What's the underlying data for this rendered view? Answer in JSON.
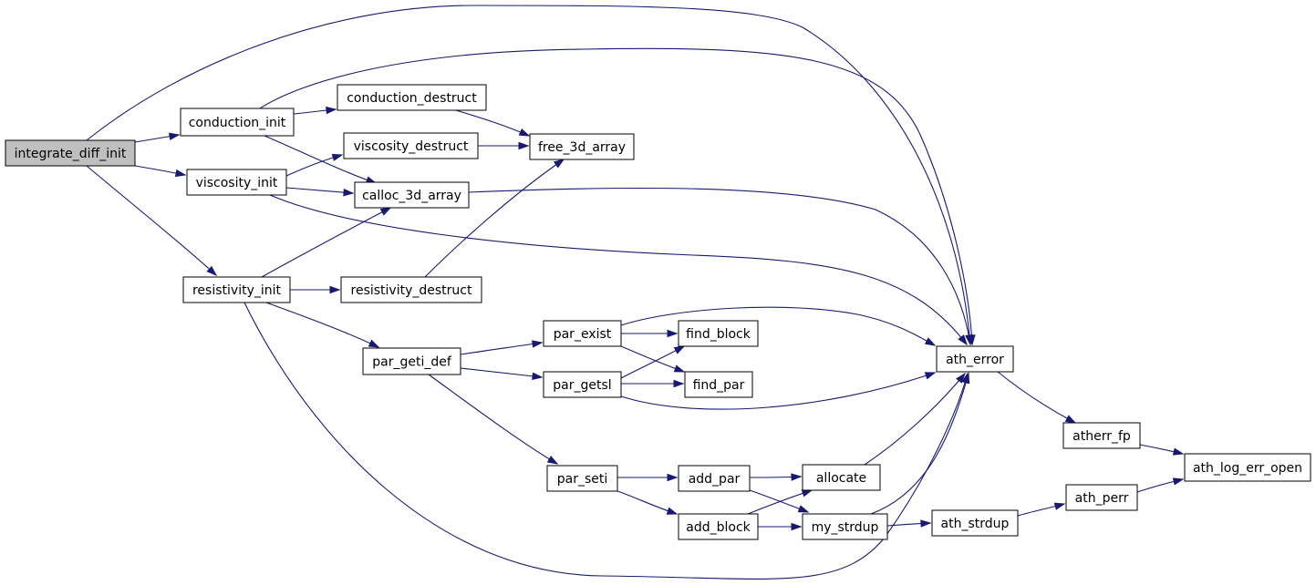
{
  "diagram": {
    "colors": {
      "edge": "#191970",
      "node_fill": "#ffffff",
      "focus_fill": "#bfbfbf",
      "node_border": "#000000"
    },
    "nodes": [
      {
        "id": "integrate_diff_init",
        "label": "integrate_diff_init",
        "focus": true
      },
      {
        "id": "conduction_init",
        "label": "conduction_init"
      },
      {
        "id": "viscosity_init",
        "label": "viscosity_init"
      },
      {
        "id": "resistivity_init",
        "label": "resistivity_init"
      },
      {
        "id": "conduction_destruct",
        "label": "conduction_destruct"
      },
      {
        "id": "viscosity_destruct",
        "label": "viscosity_destruct"
      },
      {
        "id": "calloc_3d_array",
        "label": "calloc_3d_array"
      },
      {
        "id": "resistivity_destruct",
        "label": "resistivity_destruct"
      },
      {
        "id": "free_3d_array",
        "label": "free_3d_array"
      },
      {
        "id": "par_geti_def",
        "label": "par_geti_def"
      },
      {
        "id": "par_exist",
        "label": "par_exist"
      },
      {
        "id": "par_getsl",
        "label": "par_getsl"
      },
      {
        "id": "par_seti",
        "label": "par_seti"
      },
      {
        "id": "find_block",
        "label": "find_block"
      },
      {
        "id": "find_par",
        "label": "find_par"
      },
      {
        "id": "add_par",
        "label": "add_par"
      },
      {
        "id": "add_block",
        "label": "add_block"
      },
      {
        "id": "allocate",
        "label": "allocate"
      },
      {
        "id": "my_strdup",
        "label": "my_strdup"
      },
      {
        "id": "ath_error",
        "label": "ath_error"
      },
      {
        "id": "ath_strdup",
        "label": "ath_strdup"
      },
      {
        "id": "atherr_fp",
        "label": "atherr_fp"
      },
      {
        "id": "ath_perr",
        "label": "ath_perr"
      },
      {
        "id": "ath_log_err_open",
        "label": "ath_log_err_open"
      }
    ],
    "edges": [
      {
        "from": "integrate_diff_init",
        "to": "conduction_init"
      },
      {
        "from": "integrate_diff_init",
        "to": "viscosity_init"
      },
      {
        "from": "integrate_diff_init",
        "to": "resistivity_init"
      },
      {
        "from": "integrate_diff_init",
        "to": "ath_error"
      },
      {
        "from": "conduction_init",
        "to": "conduction_destruct"
      },
      {
        "from": "conduction_init",
        "to": "calloc_3d_array"
      },
      {
        "from": "conduction_init",
        "to": "ath_error"
      },
      {
        "from": "viscosity_init",
        "to": "viscosity_destruct"
      },
      {
        "from": "viscosity_init",
        "to": "calloc_3d_array"
      },
      {
        "from": "viscosity_init",
        "to": "ath_error"
      },
      {
        "from": "resistivity_init",
        "to": "calloc_3d_array"
      },
      {
        "from": "resistivity_init",
        "to": "resistivity_destruct"
      },
      {
        "from": "resistivity_init",
        "to": "par_geti_def"
      },
      {
        "from": "resistivity_init",
        "to": "ath_error"
      },
      {
        "from": "conduction_destruct",
        "to": "free_3d_array"
      },
      {
        "from": "viscosity_destruct",
        "to": "free_3d_array"
      },
      {
        "from": "resistivity_destruct",
        "to": "free_3d_array"
      },
      {
        "from": "calloc_3d_array",
        "to": "ath_error"
      },
      {
        "from": "par_geti_def",
        "to": "par_exist"
      },
      {
        "from": "par_geti_def",
        "to": "par_getsl"
      },
      {
        "from": "par_geti_def",
        "to": "par_seti"
      },
      {
        "from": "par_exist",
        "to": "find_block"
      },
      {
        "from": "par_exist",
        "to": "find_par"
      },
      {
        "from": "par_exist",
        "to": "ath_error"
      },
      {
        "from": "par_getsl",
        "to": "find_block"
      },
      {
        "from": "par_getsl",
        "to": "find_par"
      },
      {
        "from": "par_getsl",
        "to": "ath_error"
      },
      {
        "from": "par_seti",
        "to": "add_par"
      },
      {
        "from": "par_seti",
        "to": "add_block"
      },
      {
        "from": "add_par",
        "to": "allocate"
      },
      {
        "from": "add_par",
        "to": "my_strdup"
      },
      {
        "from": "add_block",
        "to": "allocate"
      },
      {
        "from": "add_block",
        "to": "my_strdup"
      },
      {
        "from": "allocate",
        "to": "ath_error"
      },
      {
        "from": "my_strdup",
        "to": "ath_error"
      },
      {
        "from": "my_strdup",
        "to": "ath_strdup"
      },
      {
        "from": "ath_strdup",
        "to": "ath_perr"
      },
      {
        "from": "ath_error",
        "to": "atherr_fp"
      },
      {
        "from": "atherr_fp",
        "to": "ath_log_err_open"
      },
      {
        "from": "ath_perr",
        "to": "ath_log_err_open"
      }
    ]
  }
}
